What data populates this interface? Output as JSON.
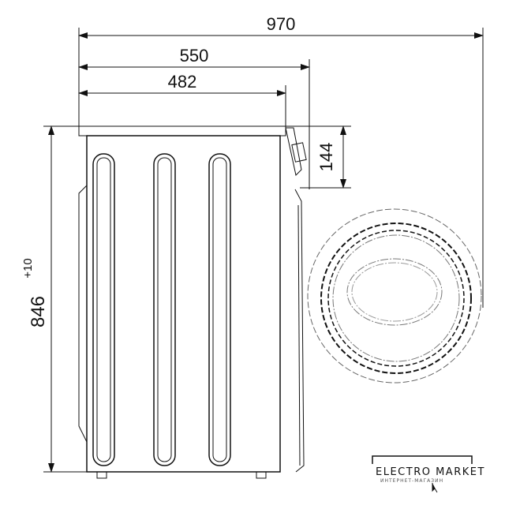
{
  "dimensions": {
    "total_depth": "970",
    "depth_with_door": "550",
    "body_depth": "482",
    "panel_height": "144",
    "height": "846",
    "height_tolerance": "+10"
  },
  "watermark": {
    "brand": "ELECTRO MARKET",
    "subtitle": "ИНТЕРНЕТ-МАГАЗИН"
  },
  "colors": {
    "line": "#111111",
    "dashed": "#555555"
  }
}
